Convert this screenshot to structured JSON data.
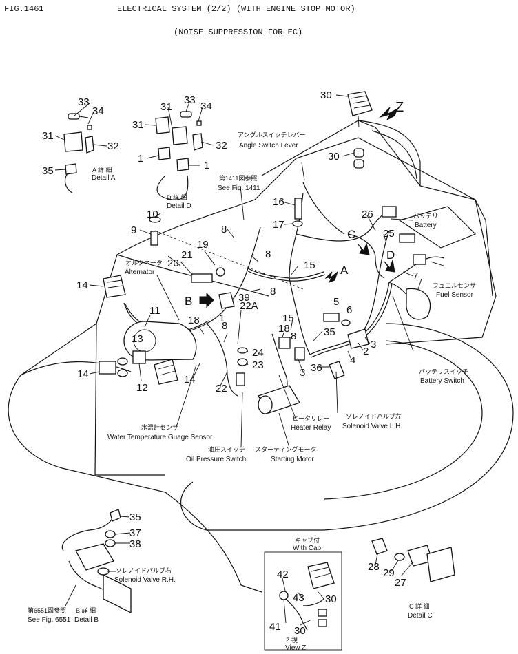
{
  "header": {
    "fig": "FIG.1461",
    "title": "ELECTRICAL SYSTEM (2/2) (WITH ENGINE STOP MOTOR)",
    "subtitle": "(NOISE SUPPRESSION FOR EC)"
  },
  "view_markers": {
    "z": "Z",
    "a": "A",
    "b": "B",
    "c": "C",
    "d": "D"
  },
  "labels": {
    "angle_switch_jp": "アングルスイッチレバー",
    "angle_switch_en": "Angle Switch Lever",
    "see1411_jp": "第1411図参照",
    "see1411_en": "See Fig. 1411",
    "battery_jp": "バッテリ",
    "battery_en": "Battery",
    "alternator_jp": "オルタネータ",
    "alternator_en": "Alternator",
    "fuel_jp": "フュエルセンサ",
    "fuel_en": "Fuel Sensor",
    "battsw_jp": "バッテリスイッチ",
    "battsw_en": "Battery Switch",
    "watertemp_jp": "水温計センサ",
    "watertemp_en": "Water Temperature Guage Sensor",
    "heater_jp": "ヒータリレー",
    "heater_en": "Heater Relay",
    "solenoid_lh_jp": "ソレノイドバルブ左",
    "solenoid_lh_en": "Solenoid Valve L.H.",
    "oil_jp": "油圧スイッチ",
    "oil_en": "Oil Pressure Switch",
    "starting_jp": "スターティングモータ",
    "starting_en": "Starting Motor",
    "solenoid_rh_jp": "ソレノイドバルブ右",
    "solenoid_rh_en": "Solenoid Valve R.H.",
    "cab_jp": "キャブ付",
    "cab_en": "With Cab",
    "see6551_jp": "第6551図参照",
    "see6551_en": "See Fig. 6551"
  },
  "details": {
    "a_jp": "A 詳 細",
    "a_en": "Detail A",
    "d_jp": "D 詳 細",
    "d_en": "Detail D",
    "b_jp": "B 詳 細",
    "b_en": "Detail B",
    "c_jp": "C 詳 細",
    "c_en": "Detail C",
    "z_jp": "Z 視",
    "z_en": "View Z"
  },
  "part_numbers": {
    "p1": "1",
    "p2": "2",
    "p3": "3",
    "p4": "4",
    "p5": "5",
    "p6": "6",
    "p7": "7",
    "p8": "8",
    "p9": "9",
    "p10": "10",
    "p11": "11",
    "p12": "12",
    "p13": "13",
    "p14": "14",
    "p15": "15",
    "p16": "16",
    "p17": "17",
    "p18": "18",
    "p19": "19",
    "p20": "20",
    "p21": "21",
    "p22": "22",
    "p22a": "22A",
    "p23": "23",
    "p24": "24",
    "p25": "25",
    "p26": "26",
    "p27": "27",
    "p28": "28",
    "p29": "29",
    "p30": "30",
    "p31": "31",
    "p32": "32",
    "p33": "33",
    "p34": "34",
    "p35": "35",
    "p36": "36",
    "p37": "37",
    "p38": "38",
    "p39": "39",
    "p41": "41",
    "p42": "42",
    "p43": "43"
  }
}
